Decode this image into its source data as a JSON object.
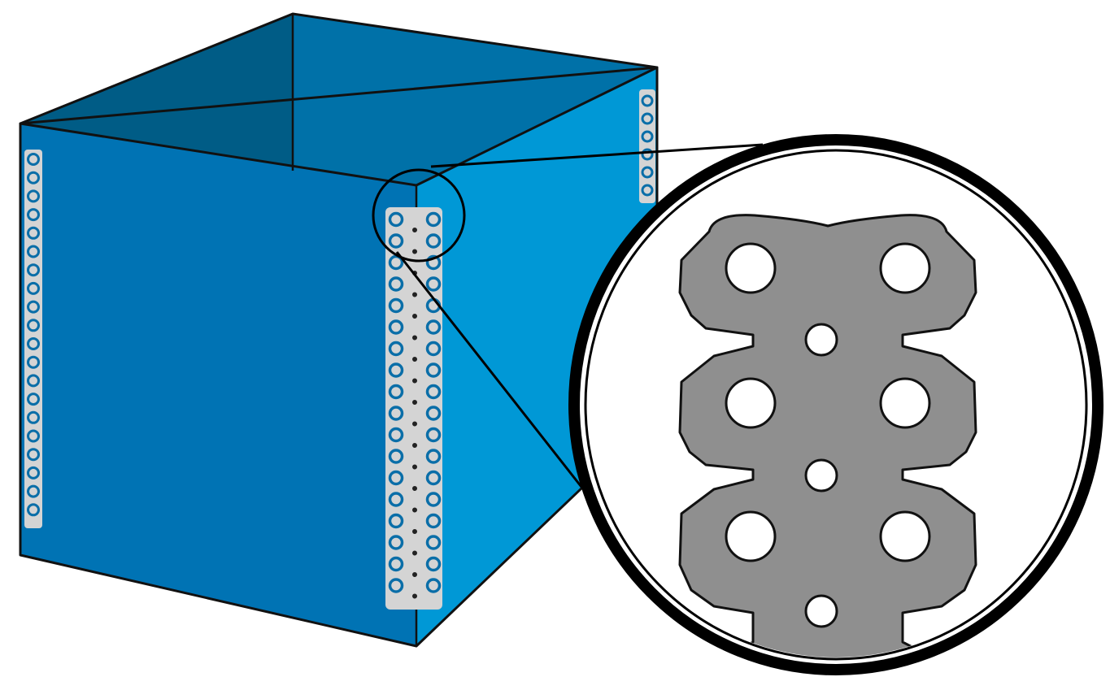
{
  "diagram": {
    "kind": "open-box-with-magnified-corner-joint",
    "colors": {
      "background": "#ffffff",
      "outline": "#111111",
      "box_front": "#0073b4",
      "box_right": "#0098d6",
      "box_inner_left": "#005c86",
      "box_inner_back": "#0071a8",
      "hinge_strip": "#d4d4d4",
      "hinge_hole": "#0a6ea8",
      "hinge_pin": "#222222",
      "connector_piece": "#8f8f8f",
      "connector_hole": "#ffffff",
      "lens_ring": "#000000",
      "lens_fill": "#ffffff"
    },
    "icons": {
      "box": "open-box-icon",
      "magnifier": "magnifier-lens-icon",
      "connector": "hinge-connector-icon"
    },
    "counts": {
      "left_edge_holes": 20,
      "corner_hinge_rows": 18,
      "back_right_holes": 6,
      "connector_big_hole_rows": 3,
      "connector_small_holes": 3
    }
  }
}
